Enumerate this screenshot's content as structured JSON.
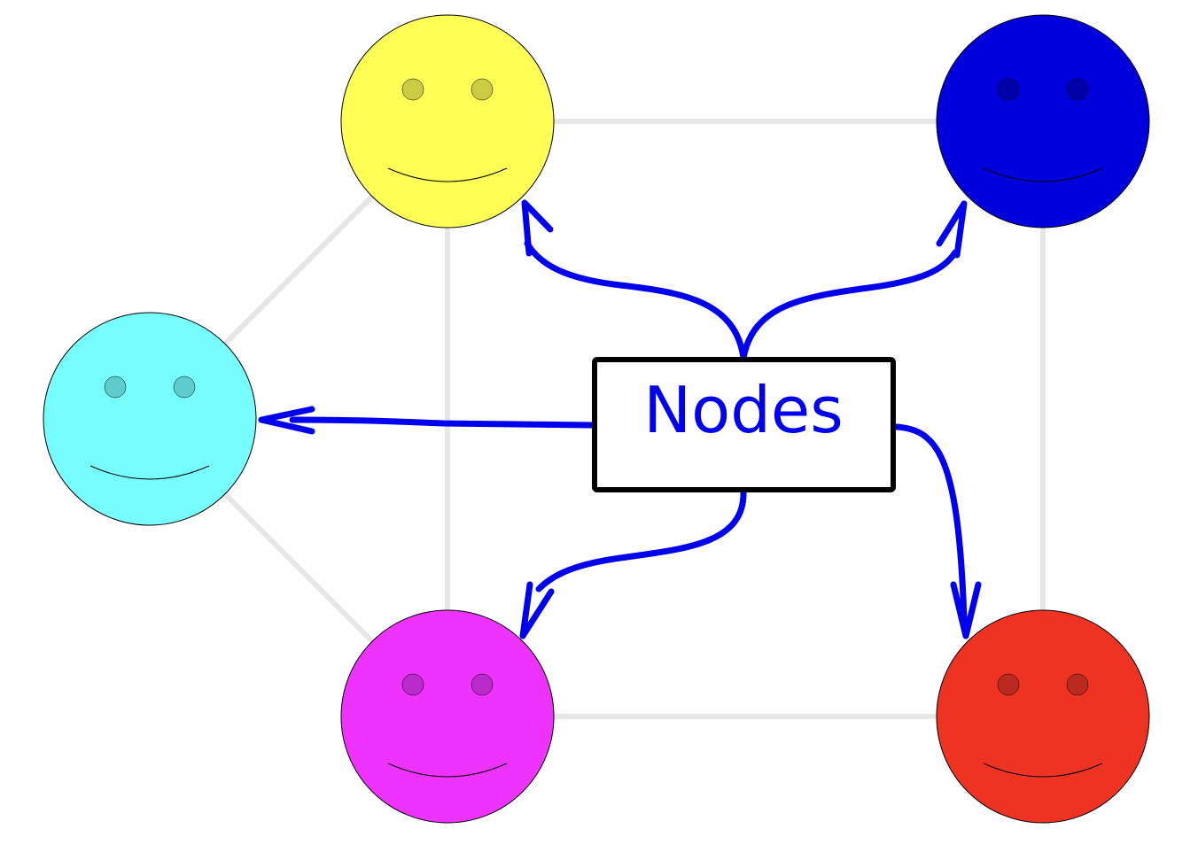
{
  "diagram": {
    "label": "Nodes",
    "colors": {
      "edge": "#e6e6e6",
      "arrow": "#0000ee",
      "label_text": "#0000ee",
      "label_border": "#000000",
      "label_fill": "#ffffff"
    },
    "nodes": [
      {
        "id": "top-left",
        "color": "#ffff55",
        "feature_color": "#cccc44"
      },
      {
        "id": "top-right",
        "color": "#0000dd",
        "feature_color": "#0000aa"
      },
      {
        "id": "middle-left",
        "color": "#77ffff",
        "feature_color": "#5ecccc"
      },
      {
        "id": "bottom-left",
        "color": "#ee33ff",
        "feature_color": "#bb2acc"
      },
      {
        "id": "bottom-right",
        "color": "#ee3322",
        "feature_color": "#bb2a1e"
      }
    ]
  }
}
